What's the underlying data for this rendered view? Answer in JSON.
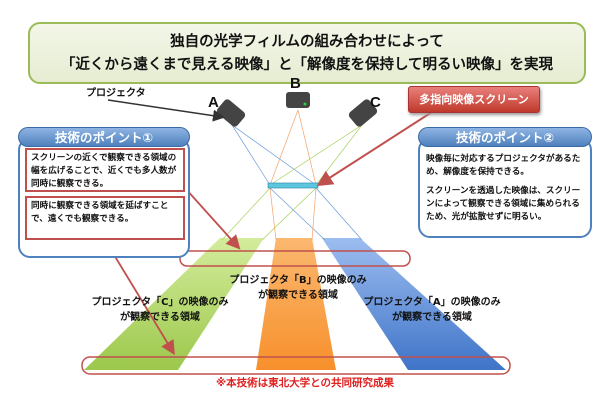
{
  "title": {
    "line1": "独自の光学フィルムの組み合わせによって",
    "line2": "「近くから遠くまで見える映像」と「解像度を保持して明るい映像」を実現"
  },
  "projector_label": "プロジェクタ",
  "projectors": [
    {
      "label": "A"
    },
    {
      "label": "B"
    },
    {
      "label": "C"
    }
  ],
  "screen_label": "多指向映像スクリーン",
  "point1": {
    "header": "技術のポイント①",
    "box1": "スクリーンの近くで観察できる領域の幅を広げることで、近くでも多人数が同時に観察できる。",
    "box2": "同時に観察できる領域を延ばすことで、遠くでも観察できる。"
  },
  "point2": {
    "header": "技術のポイント②",
    "para1": "映像毎に対応するプロジェクタがあるため、解像度を保持できる。",
    "para2": "スクリーンを透過した映像は、スクリーンによって観察できる領域に集められるため、光が拡散せずに明るい。"
  },
  "regions": {
    "b": {
      "line1": "プロジェクタ「B」の映像のみ",
      "line2": "が観察できる領域"
    },
    "c": {
      "line1": "プロジェクタ「C」の映像のみ",
      "line2": "が観察できる領域"
    },
    "a": {
      "line1": "プロジェクタ「A」の映像のみ",
      "line2": "が観察できる領域"
    }
  },
  "footer": "※本技術は東北大学との共同研究成果",
  "colors": {
    "green": "#a6d05a",
    "orange": "#f79a3c",
    "blue": "#4f81d0",
    "red": "#c0504d",
    "accent": "#4f81bd"
  }
}
